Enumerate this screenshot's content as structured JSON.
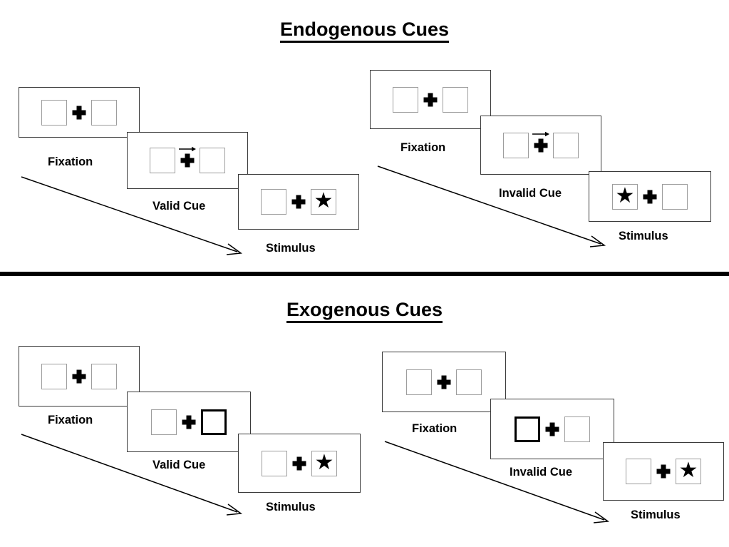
{
  "figure": {
    "title_endogenous": "Endogenous Cues",
    "title_exogenous": "Exogenous Cues",
    "colors": {
      "frame_stroke": "#3a3a3a",
      "box_stroke": "#9d9d9d",
      "box_stroke_cued": "#000000",
      "ink": "#000000",
      "background": "#ffffff"
    }
  },
  "sections": [
    {
      "id": "endogenous",
      "title": "Endogenous Cues",
      "cue_type": "central arrow",
      "sequences": [
        {
          "id": "endogenous-valid",
          "condition": "valid",
          "panels": [
            {
              "caption": "Fixation",
              "left_box": "empty",
              "right_box": "empty",
              "cue": "none",
              "target_side": "none"
            },
            {
              "caption": "Valid Cue",
              "left_box": "empty",
              "right_box": "empty",
              "cue": "arrow-right",
              "target_side": "none"
            },
            {
              "caption": "Stimulus",
              "left_box": "empty",
              "right_box": "star",
              "cue": "none",
              "target_side": "right"
            }
          ]
        },
        {
          "id": "endogenous-invalid",
          "condition": "invalid",
          "panels": [
            {
              "caption": "Fixation",
              "left_box": "empty",
              "right_box": "empty",
              "cue": "none",
              "target_side": "none"
            },
            {
              "caption": "Invalid Cue",
              "left_box": "empty",
              "right_box": "empty",
              "cue": "arrow-right",
              "target_side": "none"
            },
            {
              "caption": "Stimulus",
              "left_box": "star",
              "right_box": "empty",
              "cue": "none",
              "target_side": "left"
            }
          ]
        }
      ]
    },
    {
      "id": "exogenous",
      "title": "Exogenous Cues",
      "cue_type": "peripheral box flash",
      "sequences": [
        {
          "id": "exogenous-valid",
          "condition": "valid",
          "panels": [
            {
              "caption": "Fixation",
              "left_box": "empty",
              "right_box": "empty",
              "cue": "none",
              "target_side": "none"
            },
            {
              "caption": "Valid Cue",
              "left_box": "empty",
              "right_box": "bold",
              "cue": "box-right",
              "target_side": "none"
            },
            {
              "caption": "Stimulus",
              "left_box": "empty",
              "right_box": "star",
              "cue": "none",
              "target_side": "right"
            }
          ]
        },
        {
          "id": "exogenous-invalid",
          "condition": "invalid",
          "panels": [
            {
              "caption": "Fixation",
              "left_box": "empty",
              "right_box": "empty",
              "cue": "none",
              "target_side": "none"
            },
            {
              "caption": "Invalid Cue",
              "left_box": "bold",
              "right_box": "empty",
              "cue": "box-left",
              "target_side": "none"
            },
            {
              "caption": "Stimulus",
              "left_box": "empty",
              "right_box": "star",
              "cue": "none",
              "target_side": "right"
            }
          ]
        }
      ]
    }
  ],
  "glyphs": {
    "star": "★",
    "arrow_icon_name": "rightward-cue-arrow-icon",
    "flow_arrow_icon_name": "time-flow-arrow-icon"
  },
  "captions": {
    "endo_valid_1": "Fixation",
    "endo_valid_2": "Valid Cue",
    "endo_valid_3": "Stimulus",
    "endo_invalid_1": "Fixation",
    "endo_invalid_2": "Invalid Cue",
    "endo_invalid_3": "Stimulus",
    "exo_valid_1": "Fixation",
    "exo_valid_2": "Valid Cue",
    "exo_valid_3": "Stimulus",
    "exo_invalid_1": "Fixation",
    "exo_invalid_2": "Invalid Cue",
    "exo_invalid_3": "Stimulus"
  }
}
